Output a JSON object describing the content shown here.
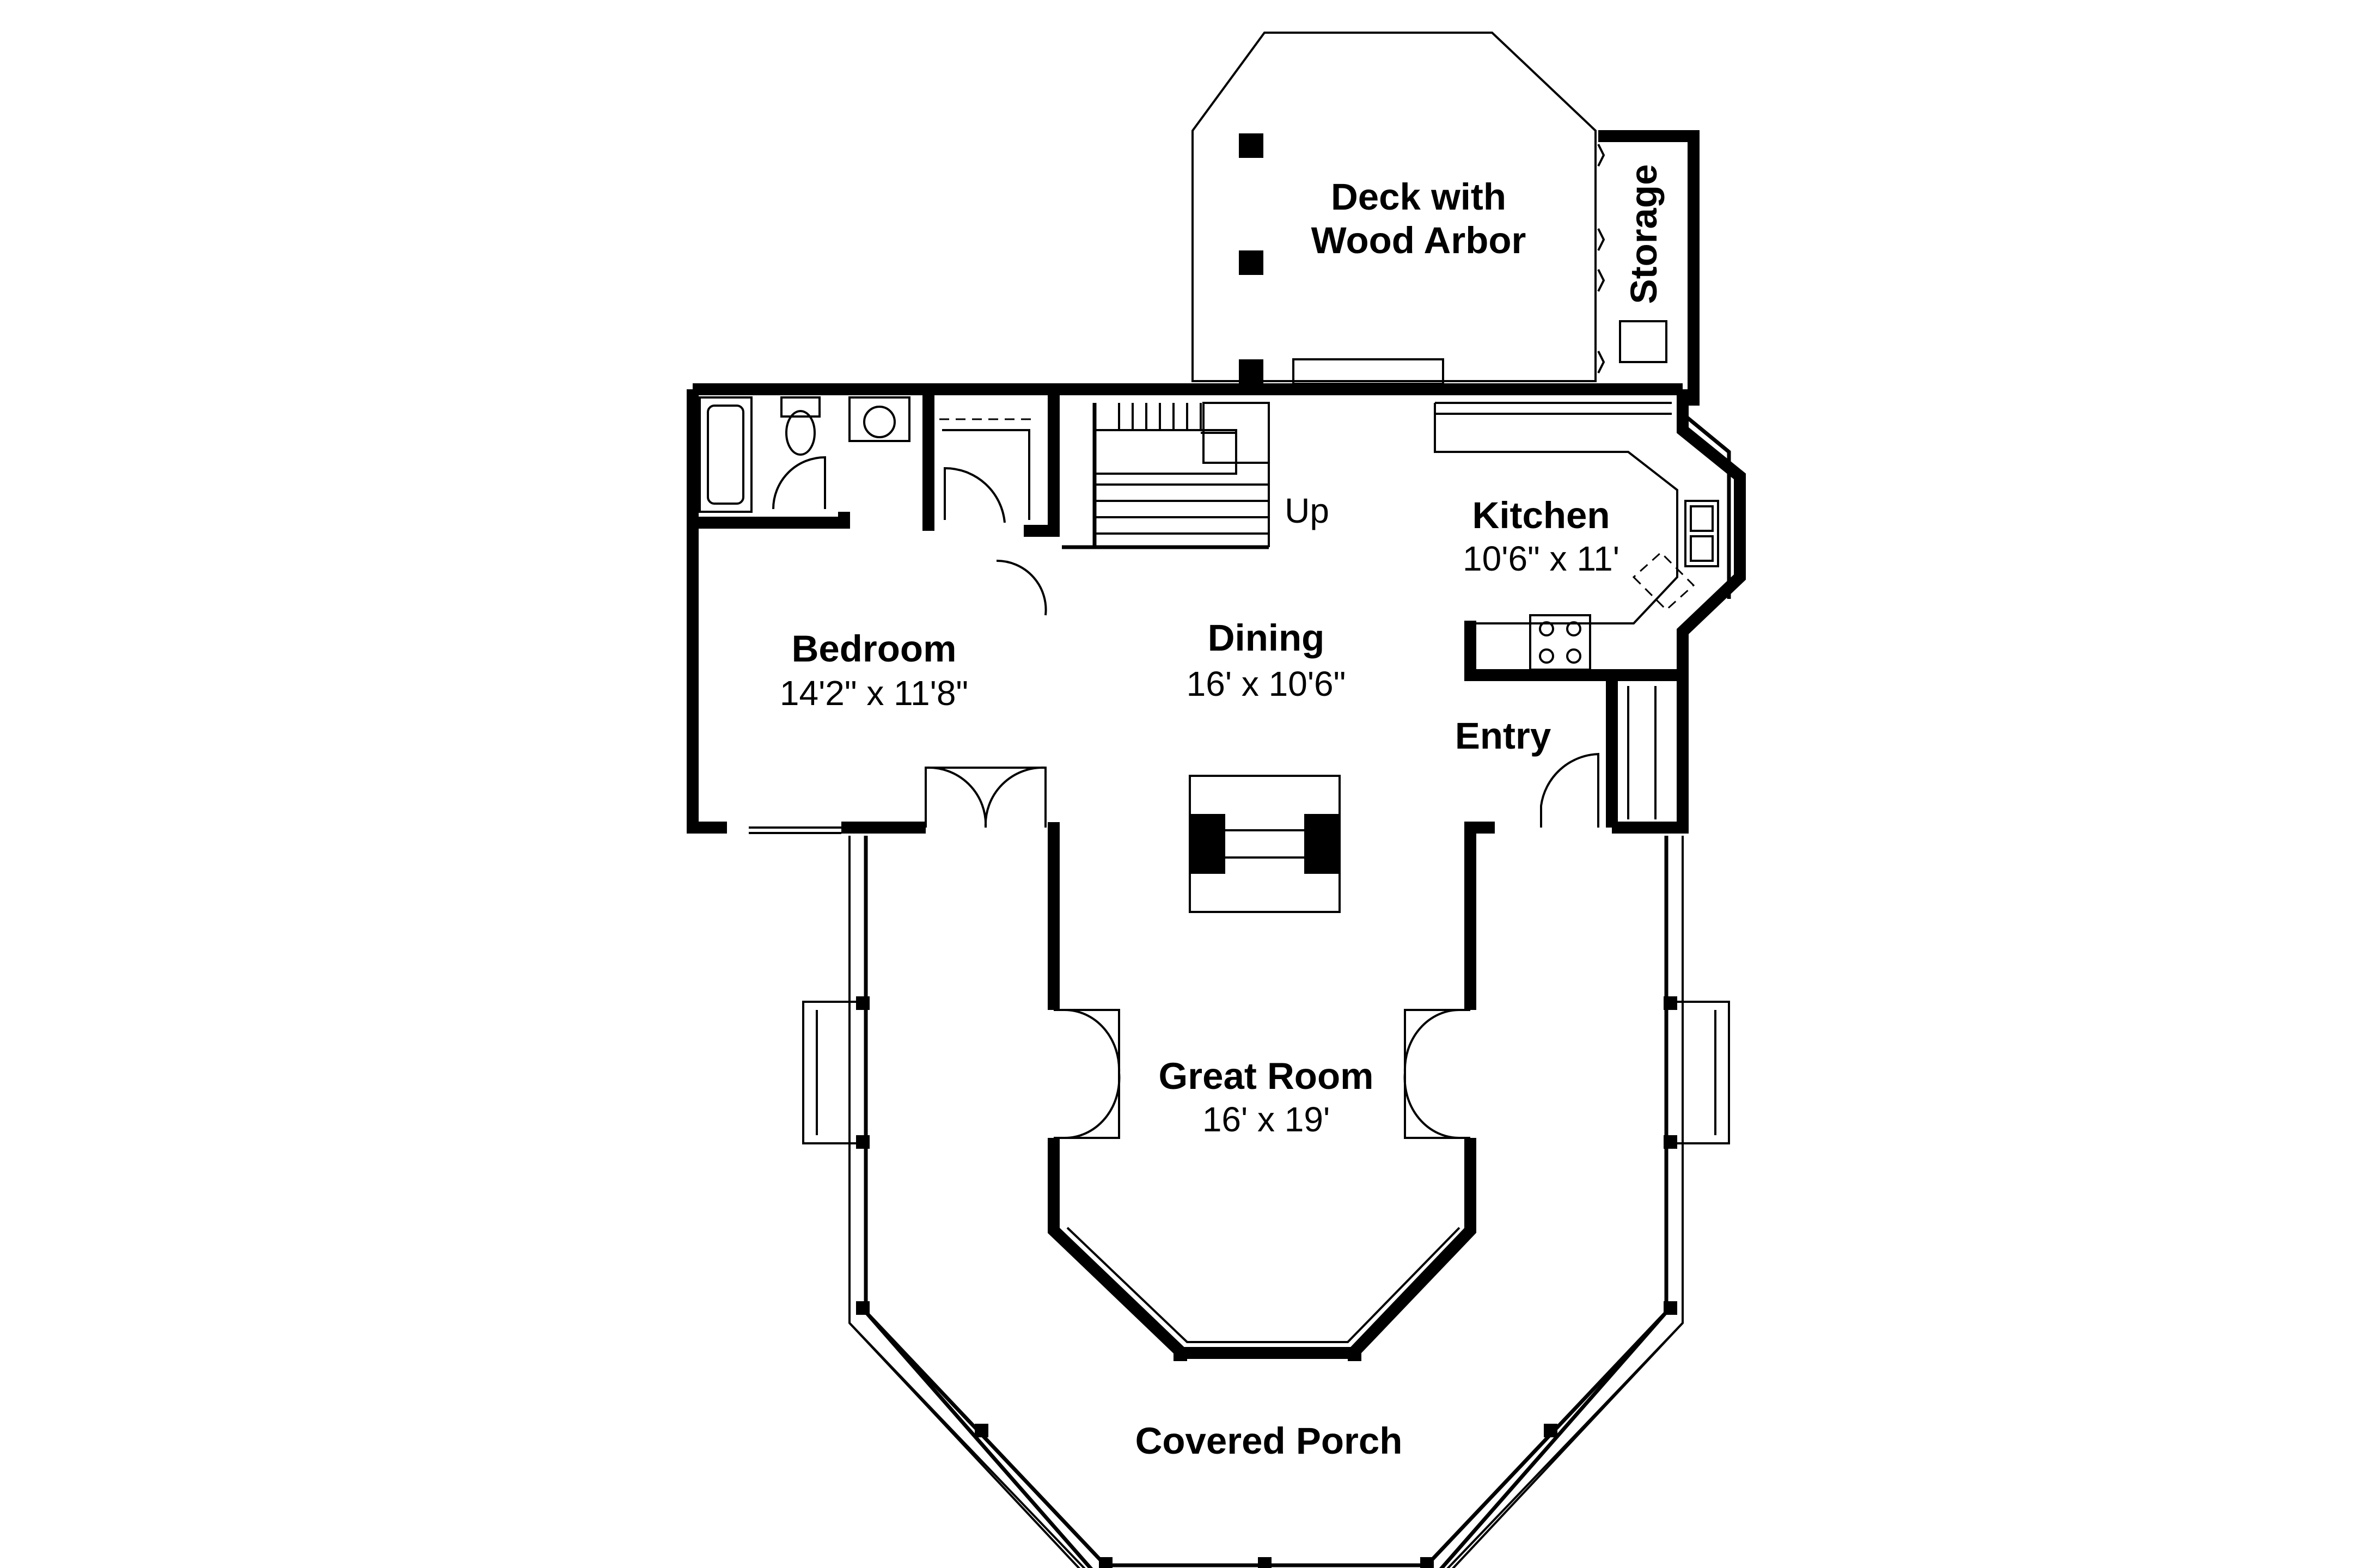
{
  "rooms": {
    "deck": {
      "name_line1": "Deck with",
      "name_line2": "Wood Arbor"
    },
    "storage": {
      "name": "Storage"
    },
    "kitchen": {
      "name": "Kitchen",
      "dims": "10'6\" x 11'"
    },
    "stairs": {
      "label": "Up"
    },
    "bedroom": {
      "name": "Bedroom",
      "dims": "14'2\" x 11'8\""
    },
    "dining": {
      "name": "Dining",
      "dims": "16' x 10'6\""
    },
    "entry": {
      "name": "Entry"
    },
    "great_room": {
      "name": "Great Room",
      "dims": "16' x 19'"
    },
    "porch": {
      "name": "Covered Porch"
    }
  },
  "colors": {
    "lines": "#000000",
    "background": "#ffffff"
  }
}
